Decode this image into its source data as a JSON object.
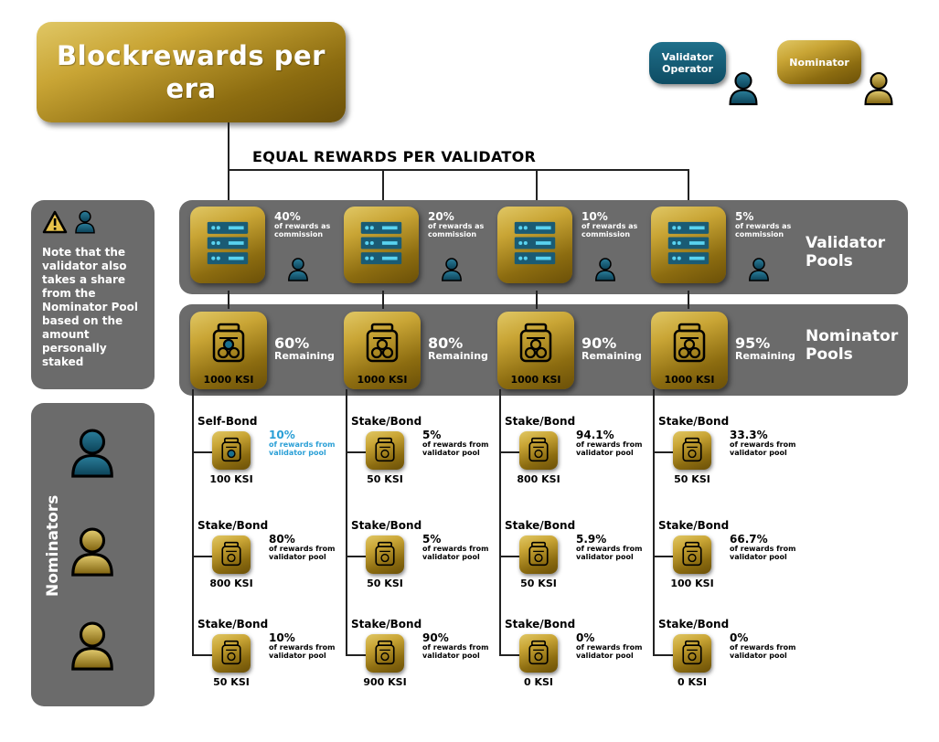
{
  "title": "Blockrewards per era",
  "legend": {
    "validator_operator": "Validator Operator",
    "nominator": "Nominator"
  },
  "header": "EQUAL REWARDS PER VALIDATOR",
  "note": "Note that the validator also takes a share from the Nominator Pool based on the amount personally staked",
  "nominators_label": "Nominators",
  "validator_pools_label": "Validator Pools",
  "nominator_pools_label": "Nominator Pools",
  "commission_suffix": "of rewards as commission",
  "remaining_suffix": "Remaining",
  "reward_suffix": "of rewards from validator pool",
  "validators": [
    {
      "commission": "40%",
      "remaining": "60%",
      "pool_amount": "1000 KSI",
      "nominators": [
        {
          "label": "Self-Bond",
          "amount": "100 KSI",
          "pct": "10%"
        },
        {
          "label": "Stake/Bond",
          "amount": "800 KSI",
          "pct": "80%"
        },
        {
          "label": "Stake/Bond",
          "amount": "50 KSI",
          "pct": "10%"
        }
      ]
    },
    {
      "commission": "20%",
      "remaining": "80%",
      "pool_amount": "1000 KSI",
      "nominators": [
        {
          "label": "Stake/Bond",
          "amount": "50 KSI",
          "pct": "5%"
        },
        {
          "label": "Stake/Bond",
          "amount": "50 KSI",
          "pct": "5%"
        },
        {
          "label": "Stake/Bond",
          "amount": "900 KSI",
          "pct": "90%"
        }
      ]
    },
    {
      "commission": "10%",
      "remaining": "90%",
      "pool_amount": "1000 KSI",
      "nominators": [
        {
          "label": "Stake/Bond",
          "amount": "800 KSI",
          "pct": "94.1%"
        },
        {
          "label": "Stake/Bond",
          "amount": "50 KSI",
          "pct": "5.9%"
        },
        {
          "label": "Stake/Bond",
          "amount": "0 KSI",
          "pct": "0%"
        }
      ]
    },
    {
      "commission": "5%",
      "remaining": "95%",
      "pool_amount": "1000 KSI",
      "nominators": [
        {
          "label": "Stake/Bond",
          "amount": "50 KSI",
          "pct": "33.3%"
        },
        {
          "label": "Stake/Bond",
          "amount": "100 KSI",
          "pct": "66.7%"
        },
        {
          "label": "Stake/Bond",
          "amount": "0 KSI",
          "pct": "0%"
        }
      ]
    }
  ],
  "colors": {
    "gold": "#c9a535",
    "teal": "#0e4c63",
    "panel": "#6b6b6b",
    "highlight": "#2a9fd6"
  },
  "icons": {
    "warning": "warning-icon",
    "person": "person-icon",
    "server": "server-icon",
    "jar": "coin-jar-icon"
  }
}
